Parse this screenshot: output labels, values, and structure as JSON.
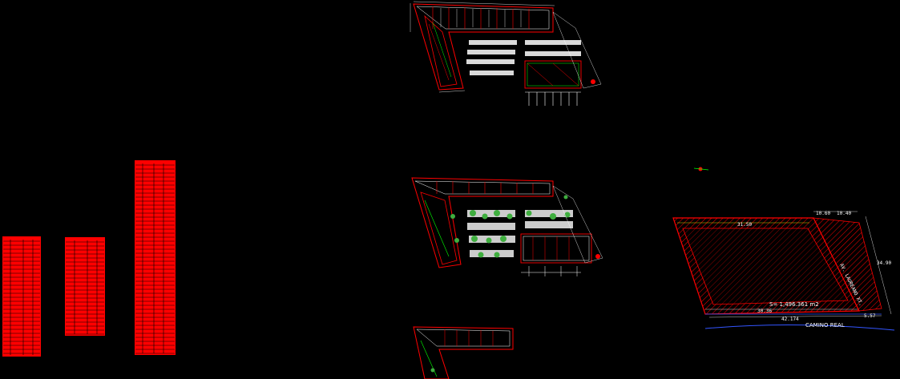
{
  "site_plan": {
    "area_label": "S= 1,496.361 m2",
    "street_label": "CAMINO REAL",
    "dimensions": {
      "top_left": "10.60",
      "top_right": "10.40",
      "right_side": "34.90",
      "bottom_left": "30.36",
      "bottom_mid": "42.174",
      "bottom_right": "5.57",
      "inner_top": "31.50"
    },
    "side_street_label": "AV. LAUREANO XT."
  },
  "colors": {
    "background": "#000000",
    "cad_red": "#ff0000",
    "cad_white": "#ffffff",
    "cad_green": "#00ff00",
    "cad_blue": "#3355ff",
    "cad_yellow": "#ffff00"
  }
}
